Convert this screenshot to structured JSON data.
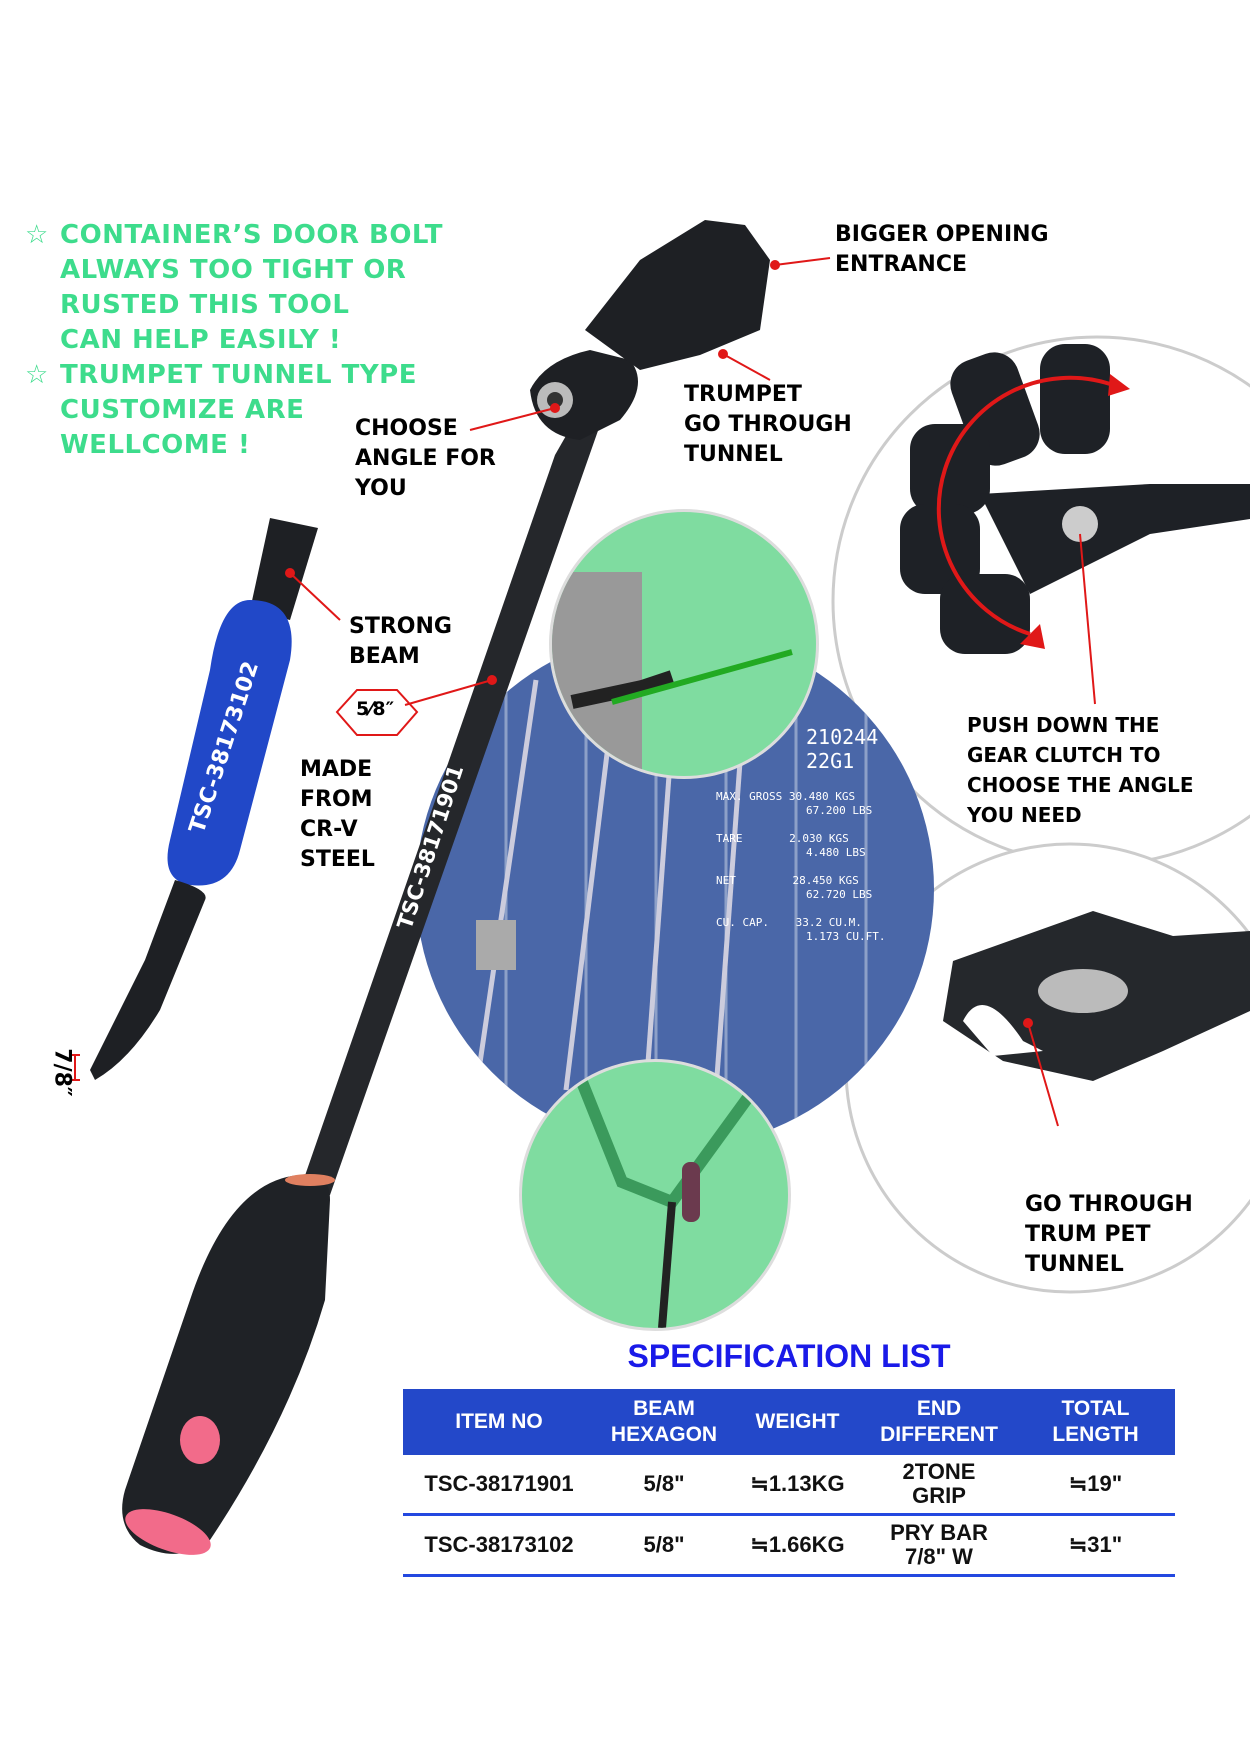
{
  "intro": {
    "bullets": [
      {
        "icon": "star-outline-icon",
        "lines": [
          "CONTAINER’S DOOR BOLT",
          "ALWAYS TOO TIGHT OR",
          "RUSTED THIS TOOL",
          "CAN HELP EASILY !"
        ]
      },
      {
        "icon": "star-outline-icon",
        "lines": [
          "TRUMPET TUNNEL TYPE",
          "CUSTOMIZE ARE",
          "WELLCOME !"
        ]
      }
    ],
    "color": "#3ddc8c"
  },
  "callouts": {
    "bigger_opening": "BIGGER OPENING\nENTRANCE",
    "trumpet": "TRUMPET\nGO THROUGH\nTUNNEL",
    "choose_angle": "CHOOSE\nANGLE FOR\nYOU",
    "strong_beam": "STRONG\nBEAM",
    "hex_size": "5⁄8″",
    "material": "MADE\nFROM\nCR-V\nSTEEL",
    "tip_width": "7/8″",
    "push_down": "PUSH DOWN THE\nGEAR CLUTCH TO\nCHOOSE THE ANGLE\nYOU NEED",
    "go_through": "GO THROUGH\nTRUM PET\nTUNNEL"
  },
  "products": {
    "pry_bar_marking": "TSC-38173102",
    "wrench_marking": "TSC-38171901"
  },
  "container_labels": [
    "210244",
    "22G1",
    "MAX. GROSS",
    "30.480 KGS",
    "67.200 LBS",
    "TARE",
    "2.030 KGS",
    "4.480 LBS",
    "NET",
    "28.450 KGS",
    "62.720 LBS",
    "CU. CAP.",
    "33.2 CU.M.",
    "1.173 CU.FT."
  ],
  "spec": {
    "title": "SPECIFICATION LIST",
    "headers": [
      "ITEM NO",
      "BEAM\nHEXAGON",
      "WEIGHT",
      "END\nDIFFERENT",
      "TOTAL\nLENGTH"
    ],
    "rows": [
      [
        "TSC-38171901",
        "5/8\"",
        "≒1.13KG",
        "2TONE\nGRIP",
        "≒19\""
      ],
      [
        "TSC-38173102",
        "5/8\"",
        "≒1.66KG",
        "PRY BAR\n7/8\" W",
        "≒31\""
      ]
    ],
    "header_color": "#2348c9",
    "title_color": "#1a1ae8"
  }
}
